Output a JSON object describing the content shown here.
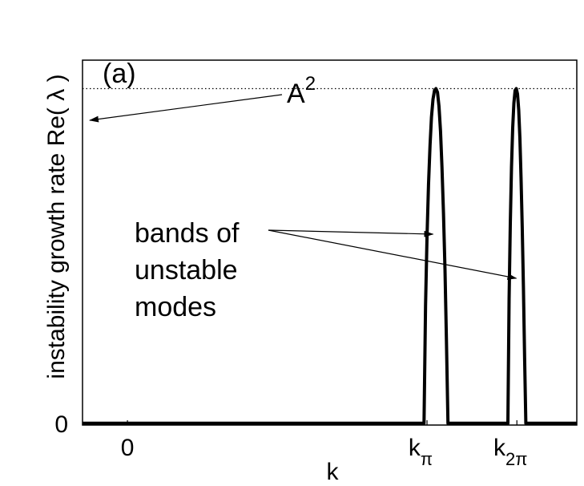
{
  "chart_data": {
    "type": "line",
    "panel_label": "(a)",
    "xlabel": "k",
    "ylabel": "instability growth rate  Re( λ )",
    "x_ticks": [
      {
        "value": 0,
        "label": "0"
      },
      {
        "value": 1,
        "label": "k",
        "sub": "π"
      },
      {
        "value": 1.3,
        "label": "k",
        "sub": "2π"
      }
    ],
    "y_ticks": [
      {
        "value": 0,
        "label": "0"
      }
    ],
    "xlim": [
      -0.15,
      1.5
    ],
    "ylim": [
      -0.005,
      1.02
    ],
    "reference_line": {
      "y": 0.94,
      "style": "dotted"
    },
    "series": [
      {
        "values_note": "growth rate curve",
        "x": [
          -0.15,
          0.99,
          0.995,
          1.0,
          1.005,
          1.01,
          1.015,
          1.02,
          1.025,
          1.03,
          1.035,
          1.04,
          1.045,
          1.05,
          1.055,
          1.06,
          1.065,
          1.07,
          1.075,
          1.27,
          1.274,
          1.278,
          1.282,
          1.286,
          1.29,
          1.294,
          1.298,
          1.302,
          1.306,
          1.31,
          1.314,
          1.318,
          1.322,
          1.326,
          1.33,
          1.5
        ],
        "y": [
          0,
          0,
          0.33,
          0.52,
          0.67,
          0.78,
          0.86,
          0.91,
          0.935,
          0.94,
          0.93,
          0.89,
          0.82,
          0.72,
          0.59,
          0.43,
          0.23,
          0.0,
          0,
          0,
          0.35,
          0.56,
          0.72,
          0.83,
          0.9,
          0.935,
          0.94,
          0.925,
          0.88,
          0.8,
          0.69,
          0.55,
          0.38,
          0.18,
          0.0,
          0
        ]
      }
    ],
    "annotations": [
      {
        "text": "A",
        "sup": "2"
      },
      {
        "lines": [
          "bands of",
          "unstable",
          "modes"
        ]
      }
    ]
  }
}
